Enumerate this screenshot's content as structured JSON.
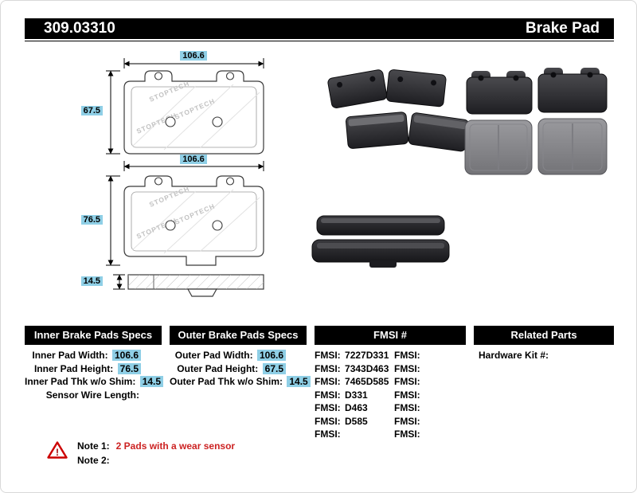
{
  "page": {
    "part_number": "309.03310",
    "product_title": "Brake Pad"
  },
  "drawings": {
    "watermark": "STOPTECH",
    "pad_front_outer": {
      "width": "106.6",
      "height": "67.5"
    },
    "pad_front_inner": {
      "width": "106.6",
      "height": "76.5"
    },
    "pad_side": {
      "thickness": "14.5"
    }
  },
  "spec_tables": {
    "inner": {
      "title": "Inner Brake Pads Specs",
      "rows": [
        {
          "label": "Inner Pad Width:",
          "value": "106.6"
        },
        {
          "label": "Inner Pad Height:",
          "value": "76.5"
        },
        {
          "label": "Inner Pad Thk w/o Shim:",
          "value": "14.5"
        },
        {
          "label": "Sensor Wire Length:",
          "value": ""
        }
      ]
    },
    "outer": {
      "title": "Outer Brake Pads Specs",
      "rows": [
        {
          "label": "Outer Pad Width:",
          "value": "106.6"
        },
        {
          "label": "Outer Pad Height:",
          "value": "67.5"
        },
        {
          "label": "Outer Pad Thk w/o Shim:",
          "value": "14.5"
        }
      ]
    },
    "fmsi": {
      "title": "FMSI #",
      "rows": [
        {
          "left_label": "FMSI:",
          "left_value": "7227D331",
          "right_label": "FMSI:",
          "right_value": ""
        },
        {
          "left_label": "FMSI:",
          "left_value": "7343D463",
          "right_label": "FMSI:",
          "right_value": ""
        },
        {
          "left_label": "FMSI:",
          "left_value": "7465D585",
          "right_label": "FMSI:",
          "right_value": ""
        },
        {
          "left_label": "FMSI:",
          "left_value": "D331",
          "right_label": "FMSI:",
          "right_value": ""
        },
        {
          "left_label": "FMSI:",
          "left_value": "D463",
          "right_label": "FMSI:",
          "right_value": ""
        },
        {
          "left_label": "FMSI:",
          "left_value": "D585",
          "right_label": "FMSI:",
          "right_value": ""
        },
        {
          "left_label": "FMSI:",
          "left_value": "",
          "right_label": "FMSI:",
          "right_value": ""
        }
      ]
    },
    "related": {
      "title": "Related Parts",
      "rows": [
        {
          "label": "Hardware Kit #:",
          "value": ""
        }
      ]
    }
  },
  "notes": {
    "note1_label": "Note 1:",
    "note1_text": "2 Pads with a wear sensor",
    "note2_label": "Note 2:",
    "note2_text": ""
  },
  "colors": {
    "highlight_blue": "#8FCFE6",
    "note_red": "#CC2222",
    "header_black": "#000000"
  }
}
